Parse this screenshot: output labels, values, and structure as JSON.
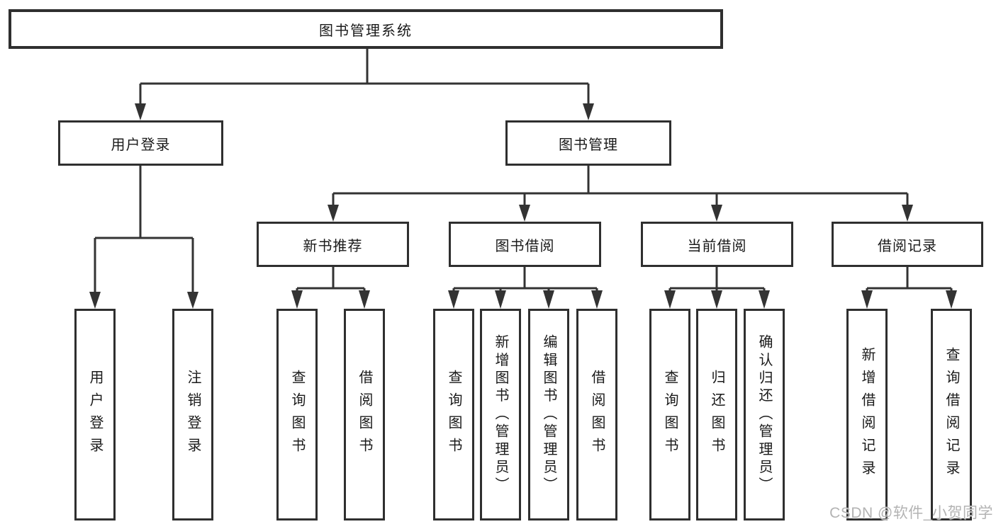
{
  "colors": {
    "line": "#333333",
    "box_border": "#2f2f2f",
    "box_fill": "#ffffff",
    "text": "#1a1a1a",
    "watermark": "#b3b3b3"
  },
  "diagram": {
    "root": {
      "label": "图书管理系统"
    },
    "level2": [
      {
        "id": "user-login",
        "label": "用户登录"
      },
      {
        "id": "book-management",
        "label": "图书管理"
      }
    ],
    "level3": [
      {
        "id": "new-book-recommend",
        "parent": "图书管理",
        "label": "新书推荐"
      },
      {
        "id": "book-borrowing",
        "parent": "图书管理",
        "label": "图书借阅"
      },
      {
        "id": "current-borrowing",
        "parent": "图书管理",
        "label": "当前借阅"
      },
      {
        "id": "borrowing-records",
        "parent": "图书管理",
        "label": "借阅记录"
      }
    ],
    "leaves": [
      {
        "parent": "用户登录",
        "label": "用户登录"
      },
      {
        "parent": "用户登录",
        "label": "注销登录"
      },
      {
        "parent": "新书推荐",
        "label": "查询图书"
      },
      {
        "parent": "新书推荐",
        "label": "借阅图书"
      },
      {
        "parent": "图书借阅",
        "label": "查询图书"
      },
      {
        "parent": "图书借阅",
        "label": "新增图书（管理员）"
      },
      {
        "parent": "图书借阅",
        "label": "编辑图书（管理员）"
      },
      {
        "parent": "图书借阅",
        "label": "借阅图书"
      },
      {
        "parent": "当前借阅",
        "label": "查询图书"
      },
      {
        "parent": "当前借阅",
        "label": "归还图书"
      },
      {
        "parent": "当前借阅",
        "label": "确认归还（管理员）"
      },
      {
        "parent": "借阅记录",
        "label": "新增借阅记录"
      },
      {
        "parent": "借阅记录",
        "label": "查询借阅记录"
      }
    ]
  },
  "watermark": {
    "text": "CSDN @软件_小贺同学"
  }
}
